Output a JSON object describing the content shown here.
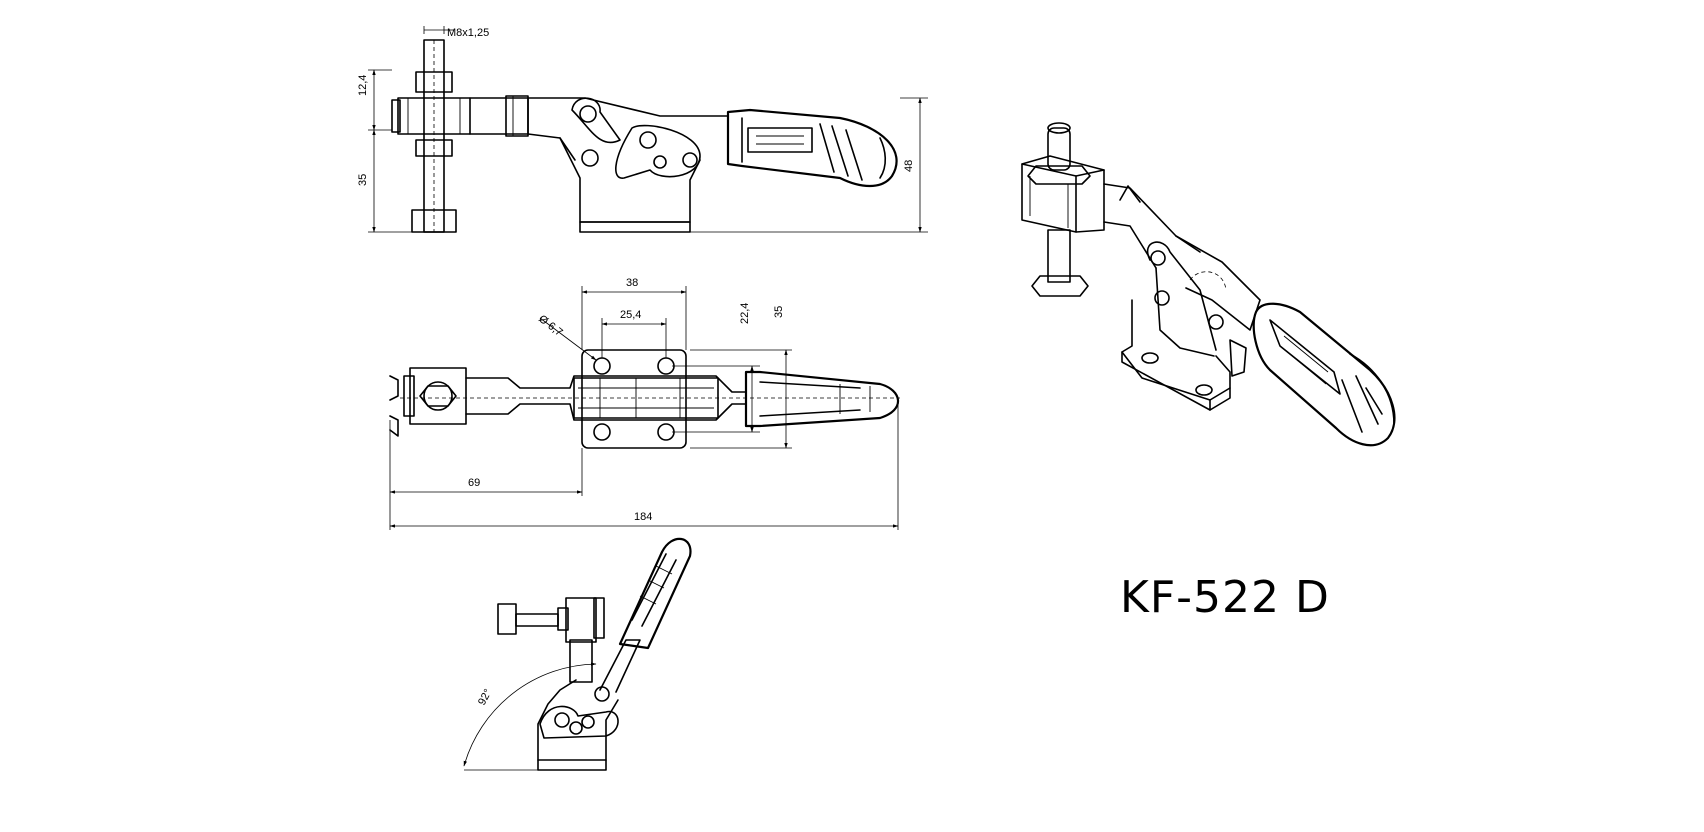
{
  "part_number": "KF-522 D",
  "dimensions": {
    "thread": "M8x1,25",
    "spindle_offset": "12,4",
    "spindle_height": "35",
    "overall_height": "48",
    "base_width": "38",
    "hole_spacing": "25,4",
    "hole_diameter": "Ø 6,7",
    "hole_spacing_y": "22,4",
    "base_depth": "35",
    "spindle_reach": "69",
    "overall_length": "184",
    "opening_angle": "92°"
  }
}
